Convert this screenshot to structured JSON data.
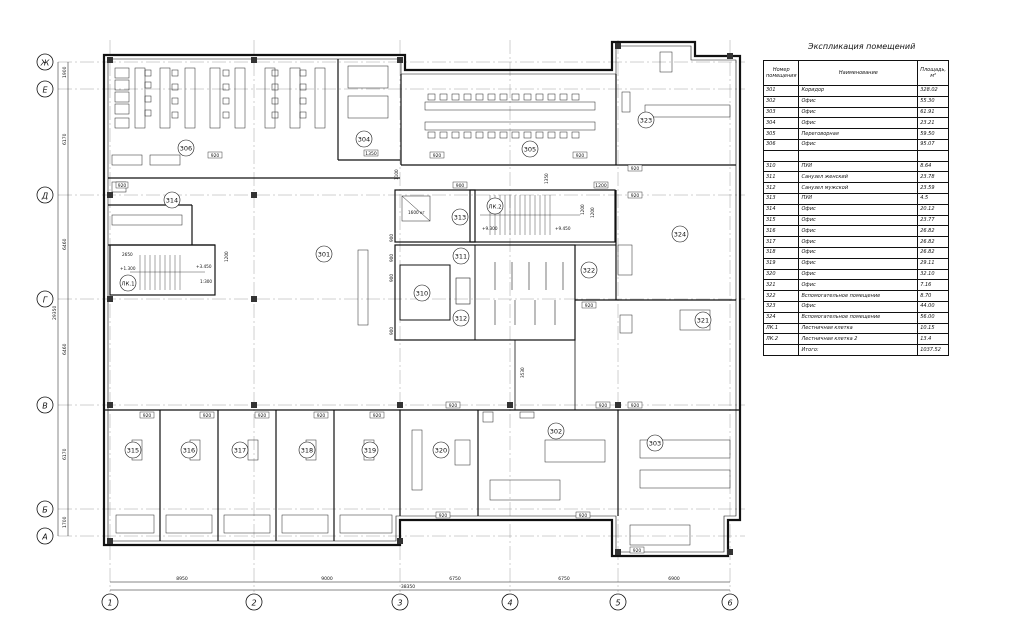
{
  "axes_rows": [
    "Ж",
    "Е",
    "Д",
    "Г",
    "В",
    "Б",
    "А"
  ],
  "axes_cols": [
    "1",
    "2",
    "3",
    "4",
    "5",
    "6"
  ],
  "dims_bottom": [
    "8950",
    "9000",
    "6750",
    "6750",
    "6900"
  ],
  "dim_total": "38350",
  "dims_left": [
    "1900",
    "6170",
    "6460",
    "6460",
    "6170",
    "1700"
  ],
  "dim_left_total": "29350",
  "rooms": [
    {
      "label": "306"
    },
    {
      "label": "304"
    },
    {
      "label": "305"
    },
    {
      "label": "323"
    },
    {
      "label": "314"
    },
    {
      "label": "313"
    },
    {
      "label": "ЛК.2"
    },
    {
      "label": "301"
    },
    {
      "label": "311"
    },
    {
      "label": "310"
    },
    {
      "label": "312"
    },
    {
      "label": "322"
    },
    {
      "label": "324"
    },
    {
      "label": "321"
    },
    {
      "label": "ЛК.1"
    },
    {
      "label": "315"
    },
    {
      "label": "316"
    },
    {
      "label": "317"
    },
    {
      "label": "318"
    },
    {
      "label": "319"
    },
    {
      "label": "320"
    },
    {
      "label": "302"
    },
    {
      "label": "303"
    }
  ],
  "door_labels": [
    "920",
    "920",
    "1350",
    "920",
    "920",
    "920",
    "920",
    "900",
    "1200",
    "920",
    "920",
    "920",
    "920",
    "920",
    "920",
    "920",
    "920",
    "920",
    "920",
    "920",
    "920"
  ],
  "misc_labels": [
    "+1.300",
    "+3.450",
    "+9.300",
    "+9.450",
    "1:300",
    "2650",
    "1200",
    "1350",
    "1100",
    "1200",
    "1200",
    "1600 кг",
    "3530",
    "900",
    "900",
    "900",
    "900"
  ],
  "table": {
    "title": "Экспликация помещений",
    "headers": [
      "Номер помещения",
      "Наименование",
      "Площадь, м²"
    ],
    "rows": [
      [
        "301",
        "Коридор",
        "328.02"
      ],
      [
        "302",
        "Офис",
        "55.30"
      ],
      [
        "303",
        "Офис",
        "61.91"
      ],
      [
        "304",
        "Офис",
        "23.21"
      ],
      [
        "305",
        "Переговорная",
        "59.50"
      ],
      [
        "306",
        "Офис",
        "95.07"
      ],
      [
        "",
        "",
        ""
      ],
      [
        "310",
        "ПУИ",
        "8.64"
      ],
      [
        "311",
        "Санузел женский",
        "23.78"
      ],
      [
        "312",
        "Санузел мужской",
        "23.59"
      ],
      [
        "313",
        "ПУИ",
        "4.5"
      ],
      [
        "314",
        "Офис",
        "20.12"
      ],
      [
        "315",
        "Офис",
        "23.77"
      ],
      [
        "316",
        "Офис",
        "26.82"
      ],
      [
        "317",
        "Офис",
        "26.82"
      ],
      [
        "318",
        "Офис",
        "26.82"
      ],
      [
        "319",
        "Офис",
        "29.11"
      ],
      [
        "320",
        "Офис",
        "32.10"
      ],
      [
        "321",
        "Офис",
        "7.16"
      ],
      [
        "322",
        "Вспомогательное помещение",
        "8.70"
      ],
      [
        "323",
        "Офис",
        "44.00"
      ],
      [
        "324",
        "Вспомогательное помещение",
        "56.00"
      ],
      [
        "ЛК.1",
        "Лестничная клетка",
        "10.15"
      ],
      [
        "ЛК.2",
        "Лестничная клетка 2",
        "13.4"
      ],
      [
        "",
        "Итого:",
        "1037.52"
      ]
    ]
  }
}
